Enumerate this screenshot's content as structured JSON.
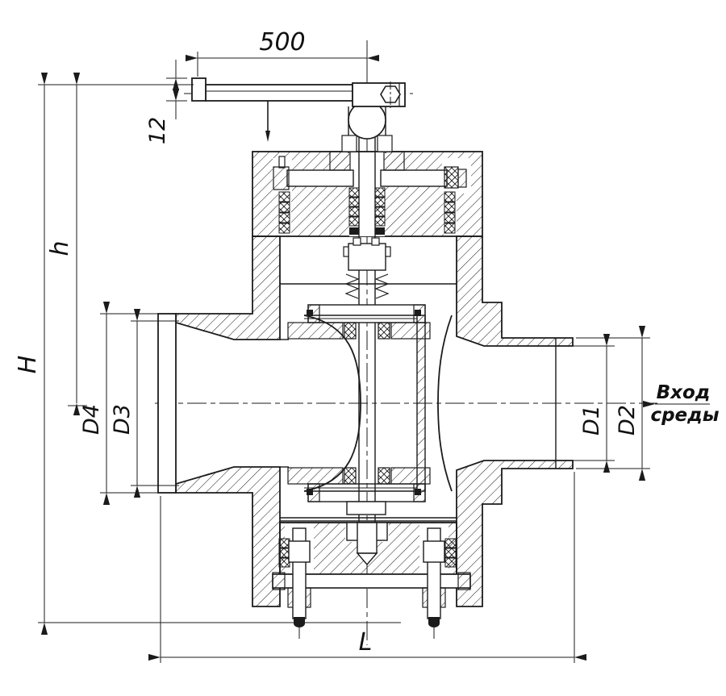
{
  "meta": {
    "background": "#ffffff",
    "line_color": "#1b1b1b",
    "drawing_subject": "valve-cross-section"
  },
  "dimensions": {
    "handle_length": "500",
    "handle_thickness": "12",
    "center_height": "h",
    "total_height": "H",
    "outlet_flange_diameter": "D4",
    "outlet_pipe_diameter": "D3",
    "inlet_bore_diameter": "D1",
    "inlet_pipe_diameter": "D2",
    "total_length": "L"
  },
  "annotations": {
    "flow_in_line1": "Вход",
    "flow_in_line2": "среды"
  }
}
